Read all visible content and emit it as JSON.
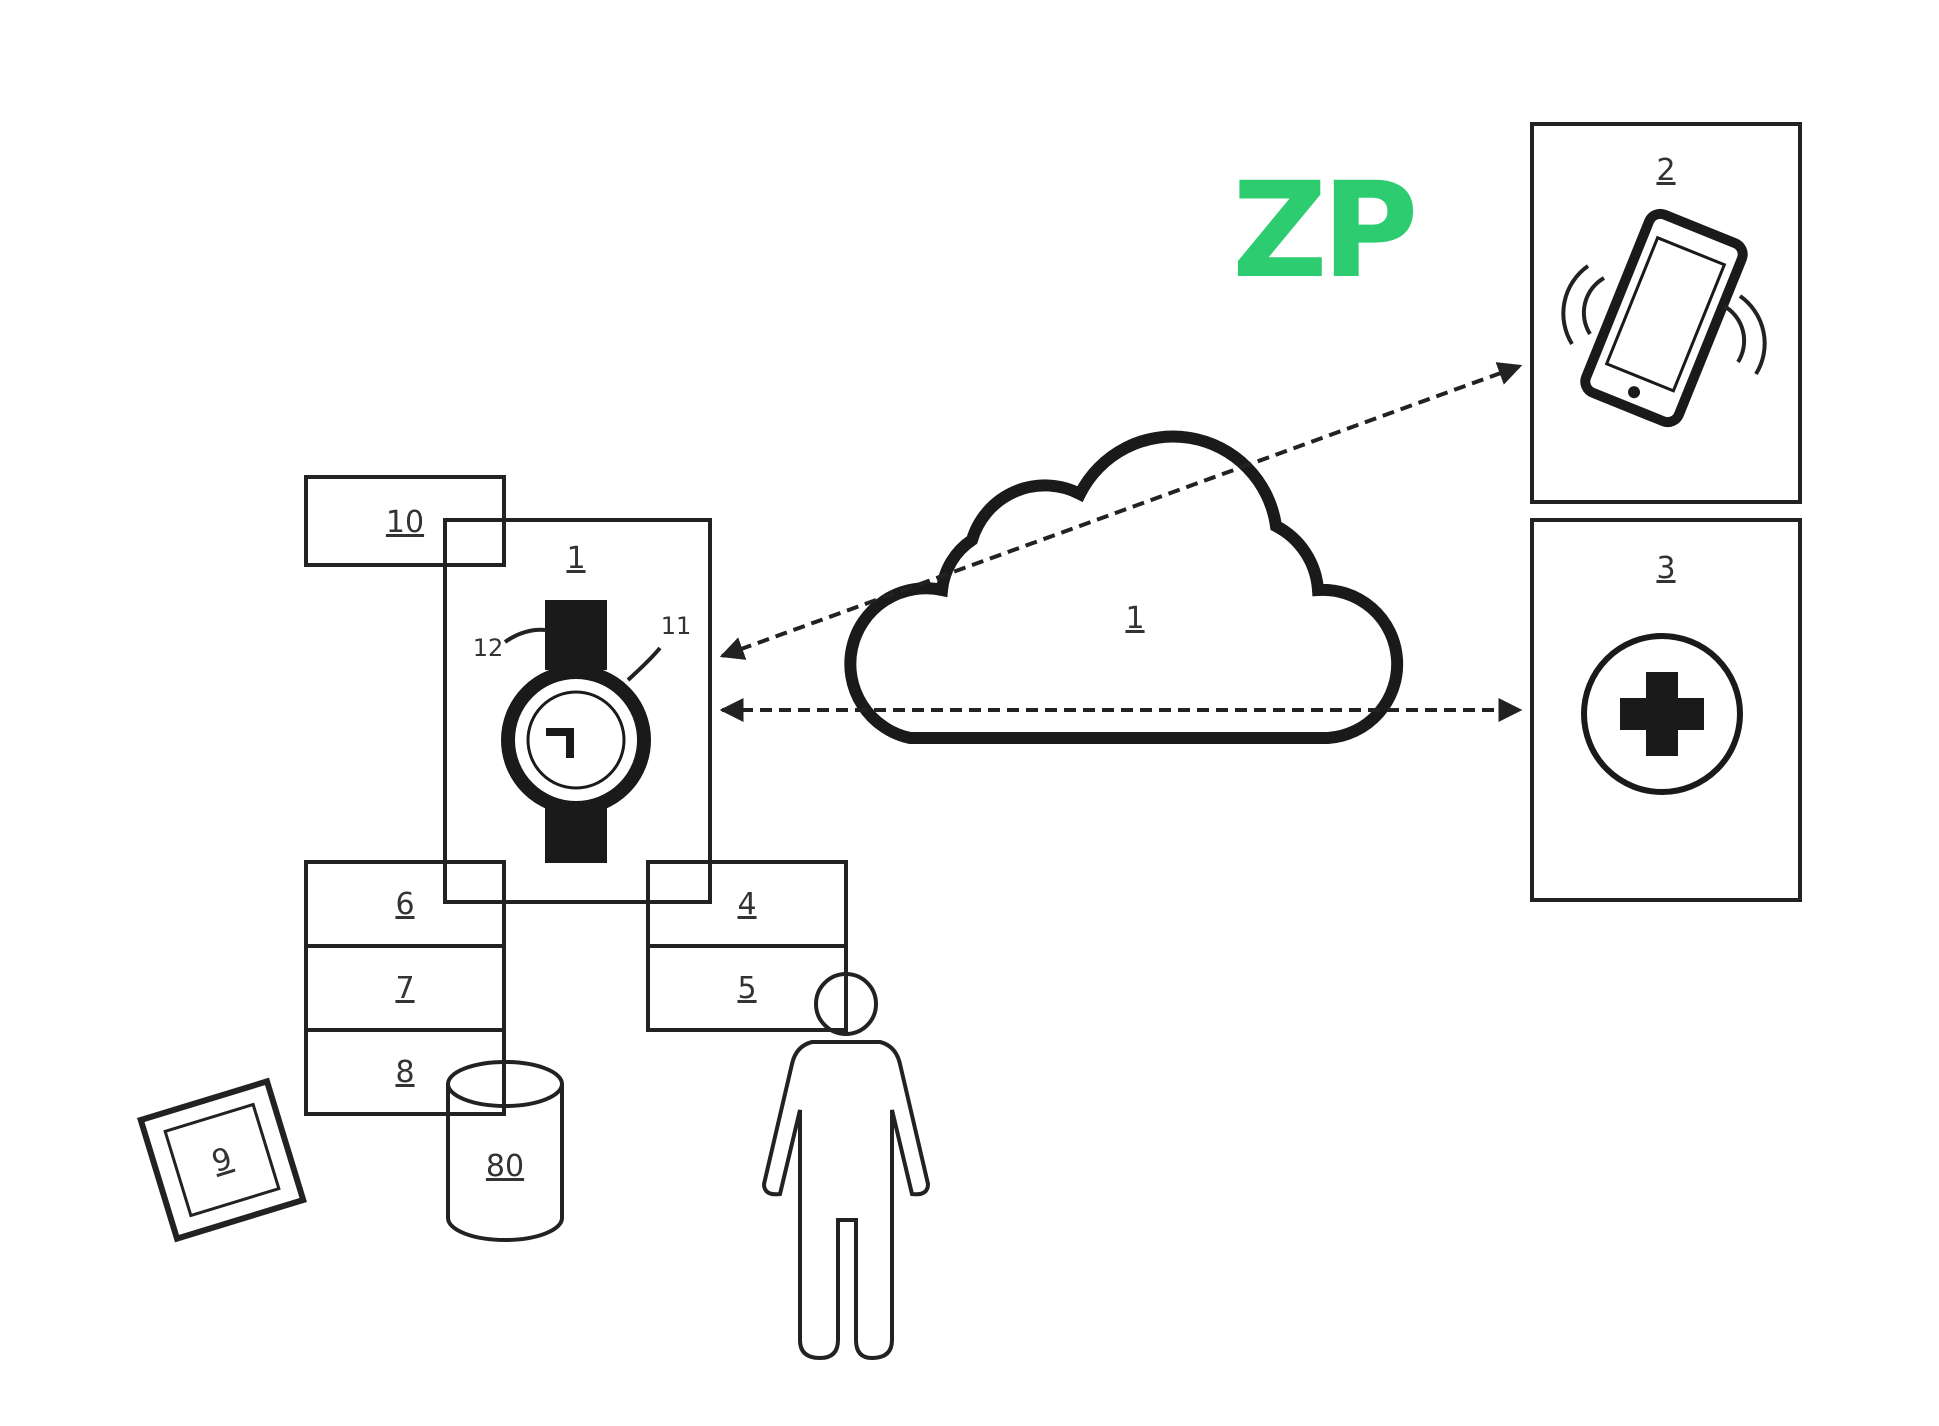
{
  "logo": {
    "text": "ZP",
    "color": "#2ecc71"
  },
  "labels": {
    "watch_box": "1",
    "phone_box": "2",
    "medical_box": "3",
    "box4": "4",
    "box5": "5",
    "box6": "6",
    "box7": "7",
    "box8": "8",
    "tablet": "9",
    "top_box": "10",
    "watch_callout_11": "11",
    "watch_callout_12": "12",
    "database": "80",
    "cloud": "1"
  },
  "icons": [
    "watch-icon",
    "cloud-icon",
    "smartphone-icon",
    "medical-cross-icon",
    "person-icon",
    "tablet-icon",
    "database-icon"
  ]
}
